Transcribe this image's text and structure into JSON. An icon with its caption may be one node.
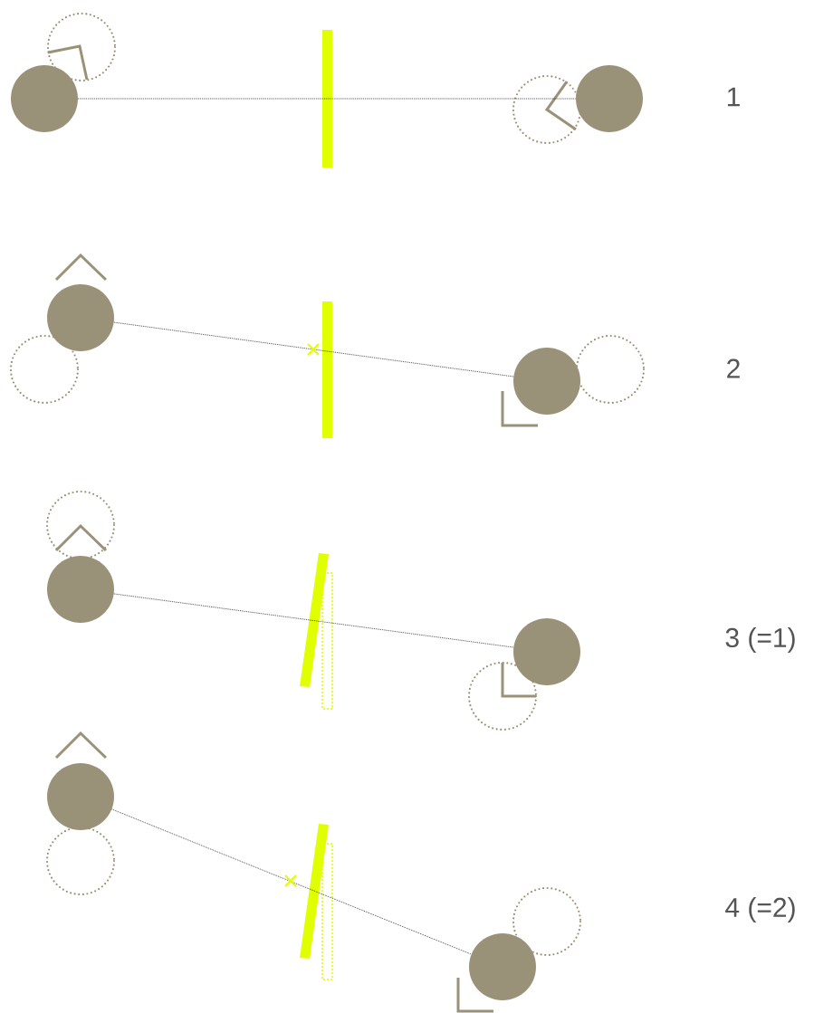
{
  "diagram": {
    "nodes": [
      {
        "text": [],
        "shape": "circle"
      },
      {
        "text": [],
        "shape": "circle"
      },
      {
        "text": [],
        "shape": "circle"
      },
      {
        "text": [],
        "shape": "circle"
      },
      {
        "text": [],
        "shape": "circle"
      },
      {
        "text": [],
        "shape": "circle"
      },
      {
        "text": [],
        "shape": "circle"
      },
      {
        "text": [],
        "shape": "circle"
      }
    ],
    "edges": [
      {
        "from": 0,
        "to": 1,
        "arrow": "none"
      },
      {
        "from": 2,
        "to": 3,
        "arrow": "none"
      },
      {
        "from": 4,
        "to": 5,
        "arrow": "none"
      },
      {
        "from": 6,
        "to": 7,
        "arrow": "none"
      }
    ],
    "labels": [
      "1",
      "2",
      "3 (=1)",
      "4 (=2)"
    ]
  }
}
